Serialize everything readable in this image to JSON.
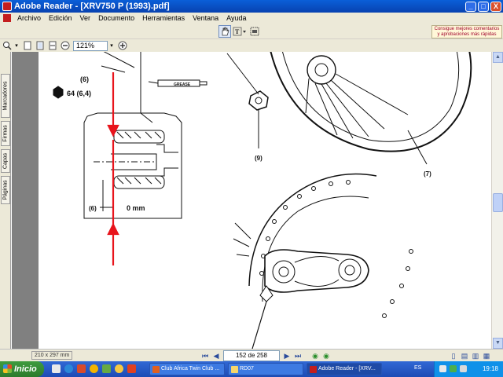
{
  "window": {
    "title": "Adobe Reader - [XRV750 P (1993).pdf]",
    "buttons": {
      "minimize": "_",
      "maximize": "□",
      "close": "X"
    }
  },
  "menu": {
    "items": [
      "Archivo",
      "Edición",
      "Ver",
      "Documento",
      "Herramientas",
      "Ventana",
      "Ayuda"
    ]
  },
  "toolbar": {
    "promo_line1": "Consigue mejores comentarios",
    "promo_line2": "y aprobaciones más rápidas",
    "zoom_value": "121%"
  },
  "nav_tabs": [
    "Marcadores",
    "Firmas",
    "Capas",
    "Páginas"
  ],
  "document": {
    "labels": {
      "callout6_top": "(6)",
      "torque": "64 (6,4)",
      "grease": "GREASE",
      "callout6_detail": "(6)",
      "measure": "0 mm",
      "callout9": "(9)",
      "callout7": "(7)"
    }
  },
  "statusbar": {
    "page_size": "210 x 297 mm",
    "page_indicator": "152 de 258"
  },
  "taskbar": {
    "start_label": "Inicio",
    "tasks": [
      "Club Africa Twin Club ...",
      "RD07",
      "Adobe Reader - [XRV..."
    ],
    "language": "ES",
    "clock": "19:18"
  },
  "colors": {
    "title_bar": "#0a5fd8",
    "taskbar": "#3168d5",
    "annotation_red": "#e8141c",
    "start_green": "#3f9c3f"
  }
}
